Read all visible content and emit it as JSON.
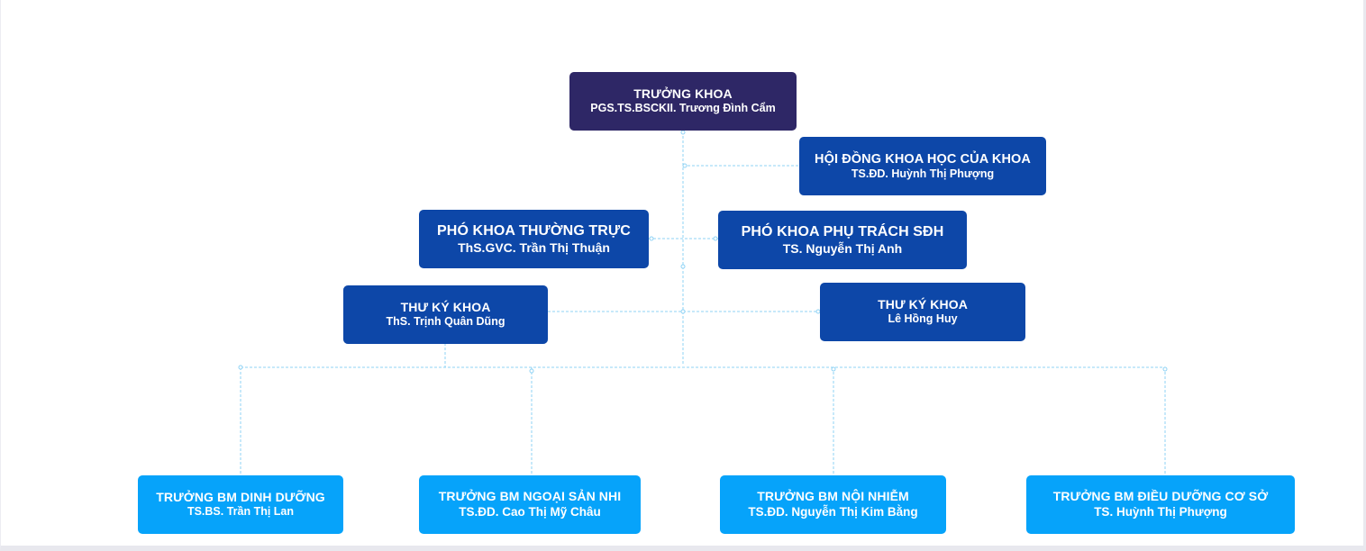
{
  "chart": {
    "dean": {
      "title": "TRƯỞNG KHOA",
      "person": "PGS.TS.BSCKII. Trương Đình Cẩm"
    },
    "council": {
      "title": "HỘI ĐỒNG KHOA HỌC CỦA KHOA",
      "person": "TS.ĐD. Huỳnh Thị Phượng"
    },
    "vice_deans": [
      {
        "title": "PHÓ KHOA THƯỜNG TRỰC",
        "person": "ThS.GVC. Trần Thị Thuận"
      },
      {
        "title": "PHÓ KHOA PHỤ TRÁCH SĐH",
        "person": "TS. Nguyễn Thị Anh"
      }
    ],
    "secretaries": [
      {
        "title": "THƯ KÝ KHOA",
        "person": "ThS. Trịnh Quân Dũng"
      },
      {
        "title": "THƯ KÝ KHOA",
        "person": "Lê Hồng Huy"
      }
    ],
    "departments": [
      {
        "title": "TRƯỞNG BM DINH DƯỠNG",
        "person": "TS.BS. Trần Thị Lan"
      },
      {
        "title": "TRƯỞNG BM NGOẠI SẢN NHI",
        "person": "TS.ĐD. Cao Thị Mỹ Châu"
      },
      {
        "title": "TRƯỞNG BM NỘI NHIỄM",
        "person": "TS.ĐD. Nguyễn Thị Kim Bằng"
      },
      {
        "title": "TRƯỞNG BM ĐIỀU DƯỠNG CƠ SỞ",
        "person": "TS. Huỳnh Thị Phượng"
      }
    ]
  },
  "colors": {
    "dean": "#2e2766",
    "leadership": "#0d47a8",
    "department": "#06a3fa",
    "connector": "#8fd3f5"
  }
}
